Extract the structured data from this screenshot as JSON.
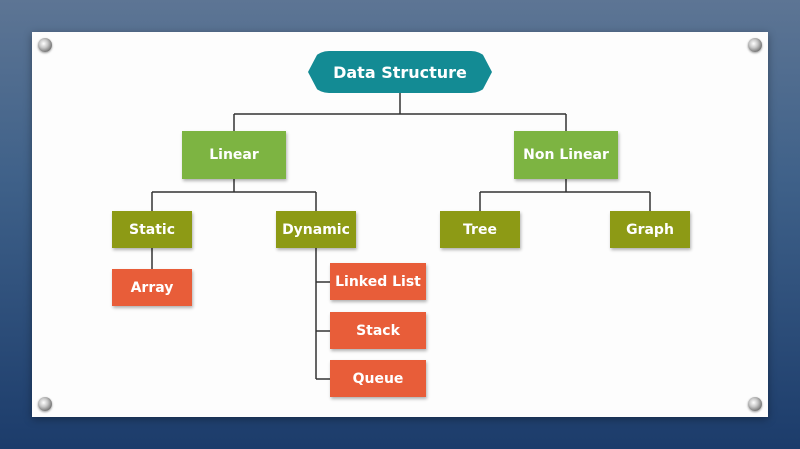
{
  "diagram": {
    "root": "Data Structure",
    "linear": "Linear",
    "non_linear": "Non Linear",
    "static": "Static",
    "dynamic": "Dynamic",
    "tree": "Tree",
    "graph": "Graph",
    "array": "Array",
    "linked_list": "Linked List",
    "stack": "Stack",
    "queue": "Queue"
  },
  "colors": {
    "root": "#138b94",
    "level1": "#7db442",
    "level2": "#8d9a15",
    "leaf": "#e85d39"
  }
}
